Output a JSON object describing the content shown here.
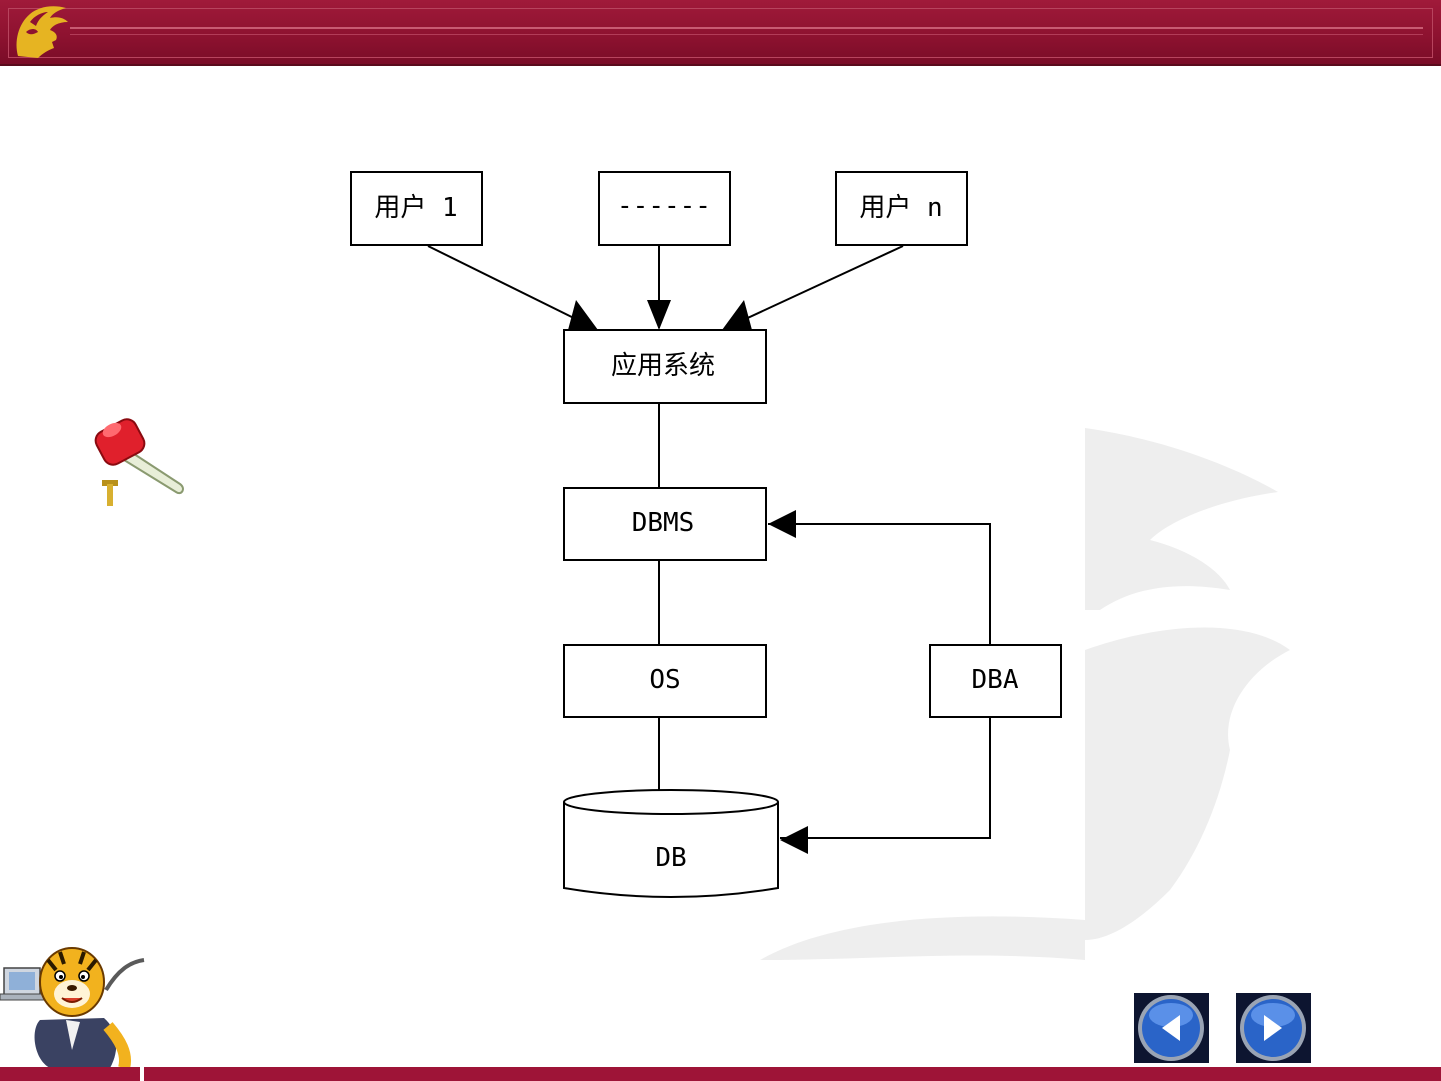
{
  "diagram": {
    "nodes": {
      "user1": "用户 1",
      "userEllipsis": "------",
      "userN": "用户 n",
      "appSystem": "应用系统",
      "dbms": "DBMS",
      "os": "OS",
      "dba": "DBA",
      "db": "DB"
    }
  },
  "icons": {
    "logo": "trojan-head-icon",
    "watermark": "trojan-head-watermark-icon",
    "hammer": "hammer-icon",
    "mascot": "tiger-mascot-icon",
    "prev": "arrow-left-icon",
    "next": "arrow-right-icon"
  },
  "colors": {
    "header": "#8e1230",
    "footer": "#9e1437",
    "logo": "#e6b422",
    "navButton": "#2a64c8"
  }
}
